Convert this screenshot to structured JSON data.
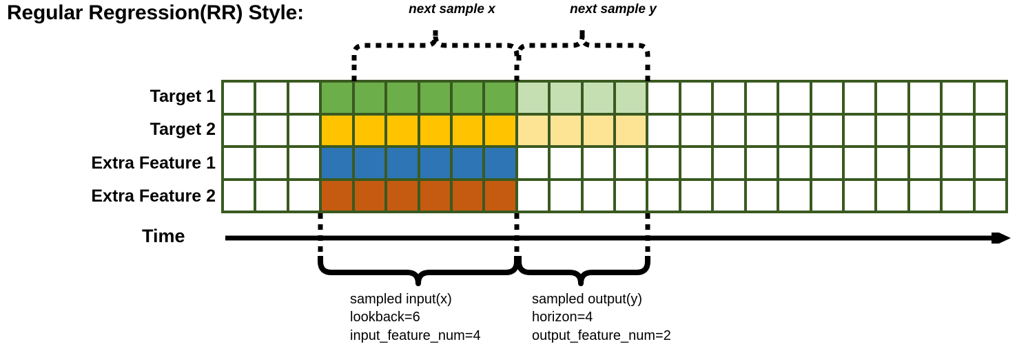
{
  "title": "Regular Regression(RR) Style:",
  "top_labels": {
    "next_x": "next sample x",
    "next_y": "next sample y"
  },
  "time_axis": {
    "label": "Time"
  },
  "rows": [
    {
      "label": "Target 1",
      "kind": "target",
      "color": "#6CAE4A",
      "light_color": "#C5DFB3"
    },
    {
      "label": "Target 2",
      "kind": "target",
      "color": "#FFC300",
      "light_color": "#FDE495"
    },
    {
      "label": "Extra Feature 1",
      "kind": "extra-feature",
      "color": "#2E75B6",
      "light_color": "#FFFFFF"
    },
    {
      "label": "Extra Feature 2",
      "kind": "extra-feature",
      "color": "#C55A11",
      "light_color": "#FFFFFF"
    }
  ],
  "grid": {
    "columns": 24,
    "rows": 4,
    "border_color": "#3a5a20",
    "empty_color": "#FFFFFF",
    "input_start_col": 4,
    "input_end_col": 9,
    "output_start_col": 10,
    "output_end_col": 13
  },
  "captions": {
    "input": "sampled input(x)\nlookback=6\ninput_feature_num=4",
    "output": "sampled output(y)\nhorizon=4\noutput_feature_num=2"
  },
  "chart_data": {
    "type": "heatmap",
    "title": "Regular Regression(RR) Style:",
    "xlabel": "Time",
    "ylabel": "",
    "categories": [
      "Target 1",
      "Target 2",
      "Extra Feature 1",
      "Extra Feature 2"
    ],
    "grid": true,
    "legend_position": "none",
    "annotations": [
      "next sample x",
      "next sample y",
      "sampled input(x) lookback=6 input_feature_num=4",
      "sampled output(y) horizon=4 output_feature_num=2"
    ],
    "series": [
      {
        "name": "Target 1",
        "values": [
          0,
          0,
          0,
          1,
          1,
          1,
          1,
          1,
          1,
          0.4,
          0.4,
          0.4,
          0.4,
          0,
          0,
          0,
          0,
          0,
          0,
          0,
          0,
          0,
          0,
          0
        ]
      },
      {
        "name": "Target 2",
        "values": [
          0,
          0,
          0,
          1,
          1,
          1,
          1,
          1,
          1,
          0.4,
          0.4,
          0.4,
          0.4,
          0,
          0,
          0,
          0,
          0,
          0,
          0,
          0,
          0,
          0,
          0
        ]
      },
      {
        "name": "Extra Feature 1",
        "values": [
          0,
          0,
          0,
          1,
          1,
          1,
          1,
          1,
          1,
          0,
          0,
          0,
          0,
          0,
          0,
          0,
          0,
          0,
          0,
          0,
          0,
          0,
          0,
          0
        ]
      },
      {
        "name": "Extra Feature 2",
        "values": [
          0,
          0,
          0,
          1,
          1,
          1,
          1,
          1,
          1,
          0,
          0,
          0,
          0,
          0,
          0,
          0,
          0,
          0,
          0,
          0,
          0,
          0,
          0,
          0
        ]
      }
    ],
    "lookback": 6,
    "horizon": 4,
    "input_feature_num": 4,
    "output_feature_num": 2
  }
}
